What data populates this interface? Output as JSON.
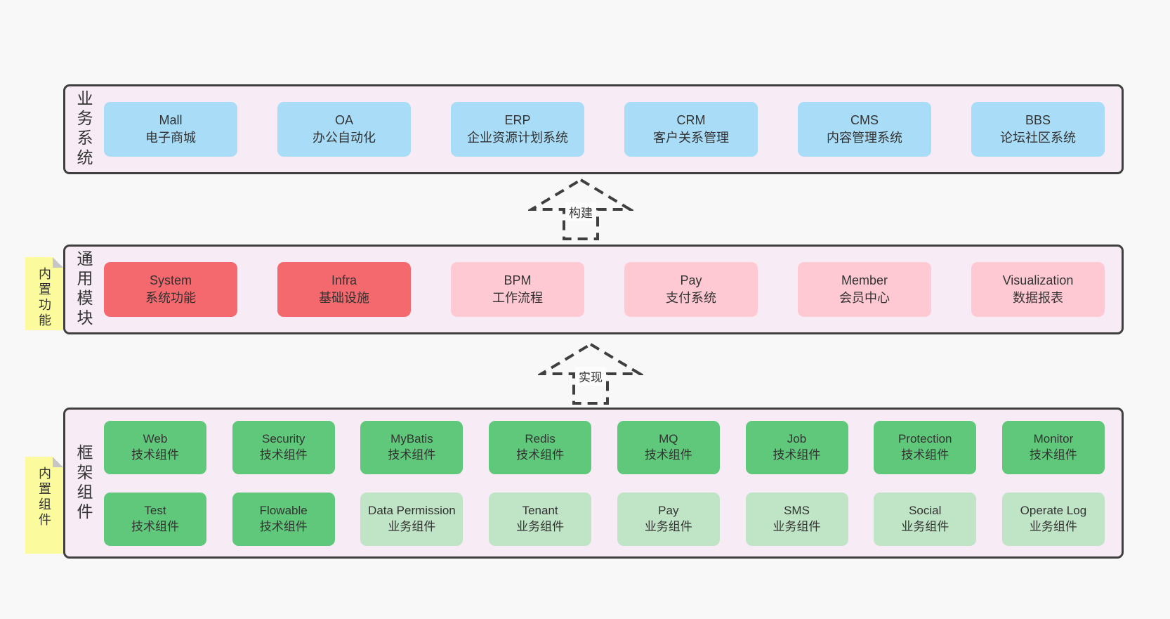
{
  "colors": {
    "page_bg": "#f8f8f8",
    "section_bg": "#f7ecf5",
    "section_border": "#3f3f3f",
    "blue_box": "#a9dcf7",
    "red_box": "#f4696e",
    "pink_box": "#fec9d2",
    "green_box": "#60c87a",
    "light_green_box": "#c0e5c6",
    "note_bg": "#fbfb9d",
    "note_fold": "#c6c6c6",
    "text": "#333333"
  },
  "arrows": [
    {
      "label": "构建"
    },
    {
      "label": "实现"
    }
  ],
  "sections": [
    {
      "label": "业务系统",
      "rows": [
        [
          {
            "title": "Mall",
            "subtitle": "电子商城",
            "variant": "blue"
          },
          {
            "title": "OA",
            "subtitle": "办公自动化",
            "variant": "blue"
          },
          {
            "title": "ERP",
            "subtitle": "企业资源计划系统",
            "variant": "blue"
          },
          {
            "title": "CRM",
            "subtitle": "客户关系管理",
            "variant": "blue"
          },
          {
            "title": "CMS",
            "subtitle": "内容管理系统",
            "variant": "blue"
          },
          {
            "title": "BBS",
            "subtitle": "论坛社区系统",
            "variant": "blue"
          }
        ]
      ]
    },
    {
      "label": "通用模块",
      "note": "内置功能",
      "rows": [
        [
          {
            "title": "System",
            "subtitle": "系统功能",
            "variant": "red"
          },
          {
            "title": "Infra",
            "subtitle": "基础设施",
            "variant": "red"
          },
          {
            "title": "BPM",
            "subtitle": "工作流程",
            "variant": "pink"
          },
          {
            "title": "Pay",
            "subtitle": "支付系统",
            "variant": "pink"
          },
          {
            "title": "Member",
            "subtitle": "会员中心",
            "variant": "pink"
          },
          {
            "title": "Visualization",
            "subtitle": "数据报表",
            "variant": "pink"
          }
        ]
      ]
    },
    {
      "label": "框架组件",
      "note": "内置组件",
      "rows": [
        [
          {
            "title": "Web",
            "subtitle": "技术组件",
            "variant": "green"
          },
          {
            "title": "Security",
            "subtitle": "技术组件",
            "variant": "green"
          },
          {
            "title": "MyBatis",
            "subtitle": "技术组件",
            "variant": "green"
          },
          {
            "title": "Redis",
            "subtitle": "技术组件",
            "variant": "green"
          },
          {
            "title": "MQ",
            "subtitle": "技术组件",
            "variant": "green"
          },
          {
            "title": "Job",
            "subtitle": "技术组件",
            "variant": "green"
          },
          {
            "title": "Protection",
            "subtitle": "技术组件",
            "variant": "green"
          },
          {
            "title": "Monitor",
            "subtitle": "技术组件",
            "variant": "green"
          }
        ],
        [
          {
            "title": "Test",
            "subtitle": "技术组件",
            "variant": "green"
          },
          {
            "title": "Flowable",
            "subtitle": "技术组件",
            "variant": "green"
          },
          {
            "title": "Data Permission",
            "subtitle": "业务组件",
            "variant": "lightgreen"
          },
          {
            "title": "Tenant",
            "subtitle": "业务组件",
            "variant": "lightgreen"
          },
          {
            "title": "Pay",
            "subtitle": "业务组件",
            "variant": "lightgreen"
          },
          {
            "title": "SMS",
            "subtitle": "业务组件",
            "variant": "lightgreen"
          },
          {
            "title": "Social",
            "subtitle": "业务组件",
            "variant": "lightgreen"
          },
          {
            "title": "Operate Log",
            "subtitle": "业务组件",
            "variant": "lightgreen"
          }
        ]
      ]
    }
  ]
}
